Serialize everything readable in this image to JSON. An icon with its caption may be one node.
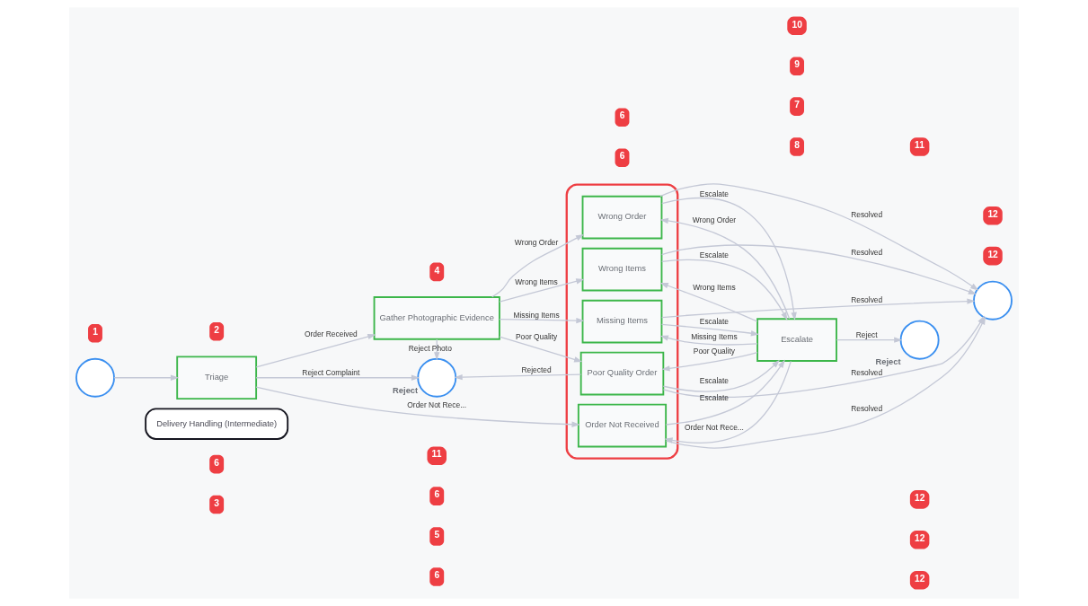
{
  "diagram": {
    "nodes": [
      {
        "text": [
          "Delivery Handling (Intermediate)"
        ]
      },
      {
        "text": [],
        "shape": "circle"
      },
      {
        "text": [
          "Triage"
        ]
      },
      {
        "text": [
          "Gather Photographic Evidence"
        ]
      },
      {
        "text": [
          "Reject"
        ]
      },
      {
        "text": [],
        "shape": "box"
      },
      {
        "text": [
          "Wrong Order"
        ],
        "in": 5
      },
      {
        "text": [
          "Wrong Items"
        ],
        "in": 5
      },
      {
        "text": [
          "Missing Items"
        ],
        "in": 5
      },
      {
        "text": [
          "Poor Quality Order"
        ],
        "in": 5
      },
      {
        "text": [
          "Order Not Received"
        ],
        "in": 5
      },
      {
        "text": [
          "Escalate"
        ]
      },
      {
        "text": [
          "Reject"
        ]
      },
      {
        "text": [],
        "shape": "circle"
      }
    ],
    "edges": [
      {
        "from": 1,
        "to": 2,
        "arrow": "to"
      },
      {
        "from": 2,
        "to": 3,
        "label": "Order Received",
        "arrow": "to"
      },
      {
        "from": 2,
        "to": 4,
        "label": "Reject Complaint",
        "arrow": "to"
      },
      {
        "from": 2,
        "to": 10,
        "label": "Order Not Rece...",
        "arrow": "to"
      },
      {
        "from": 3,
        "to": 4,
        "label": "Reject Photo",
        "arrow": "to"
      },
      {
        "from": 3,
        "to": 6,
        "label": "Wrong Order",
        "arrow": "to"
      },
      {
        "from": 3,
        "to": 7,
        "label": "Wrong Items",
        "arrow": "to"
      },
      {
        "from": 3,
        "to": 8,
        "label": "Missing Items",
        "arrow": "to"
      },
      {
        "from": 3,
        "to": 9,
        "label": "Poor Quality",
        "arrow": "to"
      },
      {
        "from": 9,
        "to": 4,
        "label": "Rejected",
        "arrow": "to"
      },
      {
        "from": 6,
        "to": 11,
        "label": "Escalate",
        "arrow": "to"
      },
      {
        "from": 11,
        "to": 6,
        "label": "Wrong Order",
        "arrow": "to"
      },
      {
        "from": 7,
        "to": 11,
        "label": "Escalate",
        "arrow": "to"
      },
      {
        "from": 11,
        "to": 7,
        "label": "Wrong Items",
        "arrow": "to"
      },
      {
        "from": 8,
        "to": 11,
        "label": "Escalate",
        "arrow": "to"
      },
      {
        "from": 11,
        "to": 8,
        "label": "Missing Items",
        "arrow": "to"
      },
      {
        "from": 9,
        "to": 11,
        "label": "Escalate",
        "arrow": "to"
      },
      {
        "from": 11,
        "to": 9,
        "label": "Poor Quality",
        "arrow": "to"
      },
      {
        "from": 10,
        "to": 11,
        "label": "Escalate",
        "arrow": "to"
      },
      {
        "from": 11,
        "to": 10,
        "label": "Order Not Rece...",
        "arrow": "to"
      },
      {
        "from": 11,
        "to": 12,
        "label": "Reject",
        "arrow": "to"
      },
      {
        "from": 6,
        "to": 13,
        "label": "Resolved",
        "arrow": "to"
      },
      {
        "from": 7,
        "to": 13,
        "label": "Resolved",
        "arrow": "to"
      },
      {
        "from": 8,
        "to": 13,
        "label": "Resolved",
        "arrow": "to"
      },
      {
        "from": 9,
        "to": 13,
        "label": "Resolved",
        "arrow": "to"
      },
      {
        "from": 10,
        "to": 13,
        "label": "Resolved",
        "arrow": "to"
      }
    ],
    "labels": [
      "12",
      "8",
      "6",
      "7",
      "1",
      "2",
      "4",
      "12",
      "6",
      "9",
      "10",
      "11",
      "6",
      "3",
      "5",
      "6",
      "12",
      "11",
      "12",
      "6",
      "12"
    ]
  }
}
